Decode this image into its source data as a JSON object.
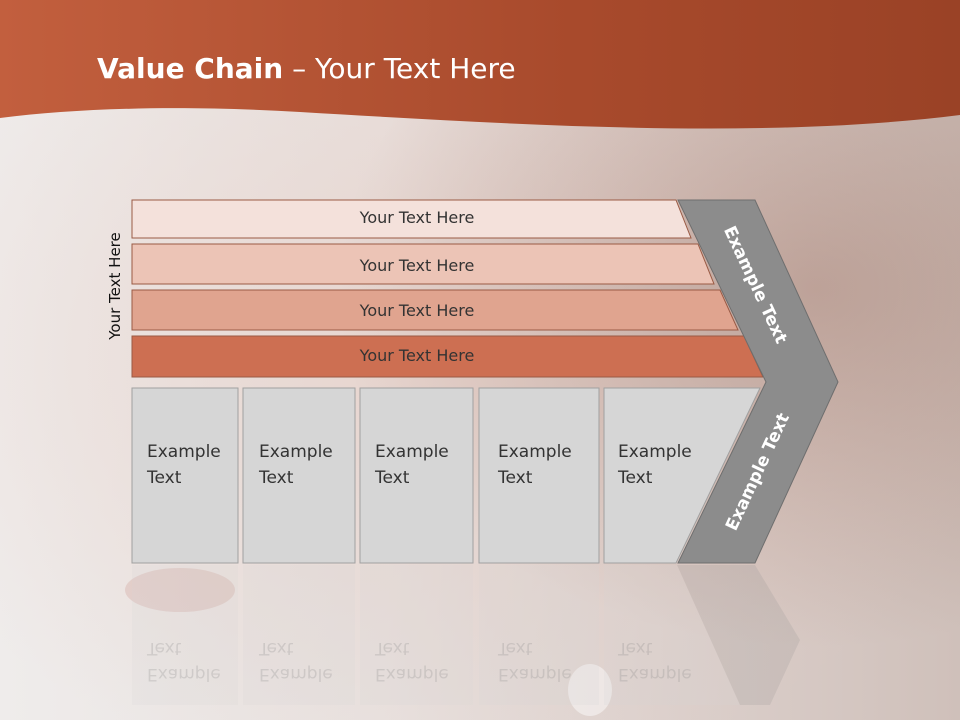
{
  "slide": {
    "title_bold": "Value Chain",
    "title_rest": " – Your Text Here",
    "side_label": "Your Text Here"
  },
  "bars": [
    {
      "label": "Your Text Here"
    },
    {
      "label": "Your Text Here"
    },
    {
      "label": "Your Text Here"
    },
    {
      "label": "Your Text Here"
    }
  ],
  "boxes": [
    {
      "line1": "Example",
      "line2": "Text"
    },
    {
      "line1": "Example",
      "line2": "Text"
    },
    {
      "line1": "Example",
      "line2": "Text"
    },
    {
      "line1": "Example",
      "line2": "Text"
    },
    {
      "line1": "Example",
      "line2": "Text"
    }
  ],
  "chevron": {
    "upper_label": "Example Text",
    "lower_label": "Example Text"
  },
  "colors": {
    "title_band": "#b4522f",
    "bar1": "#f4e1db",
    "bar2": "#ecc4b6",
    "bar3": "#e0a48f",
    "bar4": "#cd6f52",
    "box": "#d6d6d6",
    "chevron": "#8c8c8c"
  }
}
